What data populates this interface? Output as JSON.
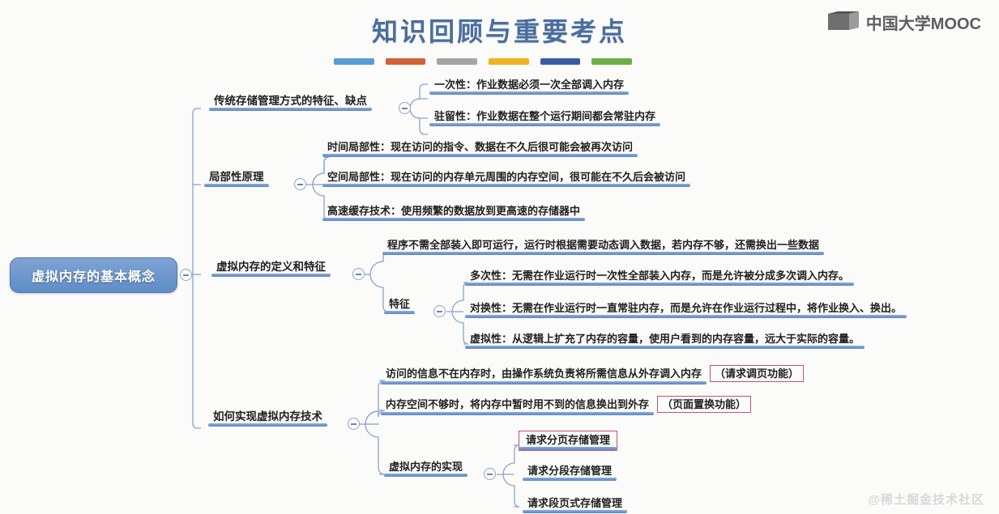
{
  "header": {
    "title": "知识回顾与重要考点",
    "accent_bars": [
      "#5B9BD5",
      "#D2603A",
      "#A5A5A5",
      "#F0B323",
      "#3B5BA5",
      "#70AD47"
    ],
    "logo_text": "中国大学MOOC",
    "logo_icon": "book-slab-icon"
  },
  "watermark": "@稀土掘金技术社区",
  "colors": {
    "root_fill": "#6F99CF",
    "underline": "#5B84C4",
    "connector": "#8AA4CC",
    "title": "#4A6E9E",
    "highlight_box_border": "#C3546B"
  },
  "mindmap": {
    "root": {
      "label": "虚拟内存的基本概念",
      "toggle": "collapse-minus"
    },
    "branches": [
      {
        "label": "传统存储管理方式的特征、缺点",
        "toggle": "collapse-minus",
        "children": [
          {
            "label": "一次性：作业数据必须一次全部调入内存"
          },
          {
            "label": "驻留性：作业数据在整个运行期间都会常驻内存"
          }
        ]
      },
      {
        "label": "局部性原理",
        "toggle": "collapse-minus",
        "children": [
          {
            "label": "时间局部性：现在访问的指令、数据在不久后很可能会被再次访问"
          },
          {
            "label": "空间局部性：现在访问的内存单元周围的内存空间，很可能在不久后会被访问"
          },
          {
            "label": "高速缓存技术：使用频繁的数据放到更高速的存储器中"
          }
        ]
      },
      {
        "label": "虚拟内存的定义和特征",
        "toggle": "collapse-minus",
        "children": [
          {
            "label": "程序不需全部装入即可运行，运行时根据需要动态调入数据，若内存不够，还需换出一些数据"
          },
          {
            "label": "特征",
            "toggle": "collapse-minus",
            "children": [
              {
                "label": "多次性：无需在作业运行时一次性全部装入内存，而是允许被分成多次调入内存。"
              },
              {
                "label": "对换性：无需在作业运行时一直常驻内存，而是允许在作业运行过程中，将作业换入、换出。"
              },
              {
                "label": "虚拟性：从逻辑上扩充了内存的容量，使用户看到的内存容量，远大于实际的容量。"
              }
            ]
          }
        ]
      },
      {
        "label": "如何实现虚拟内存技术",
        "toggle": "collapse-minus",
        "children": [
          {
            "label": "访问的信息不在内存时，由操作系统负责将所需信息从外存调入内存",
            "badge": "（请求调页功能）"
          },
          {
            "label": "内存空间不够时，将内存中暂时用不到的信息换出到外存",
            "badge": "（页面置换功能）"
          },
          {
            "label": "虚拟内存的实现",
            "toggle": "collapse-minus",
            "children": [
              {
                "label": "请求分页存储管理",
                "highlight": true
              },
              {
                "label": "请求分段存储管理"
              },
              {
                "label": "请求段页式存储管理"
              }
            ]
          }
        ]
      }
    ]
  }
}
